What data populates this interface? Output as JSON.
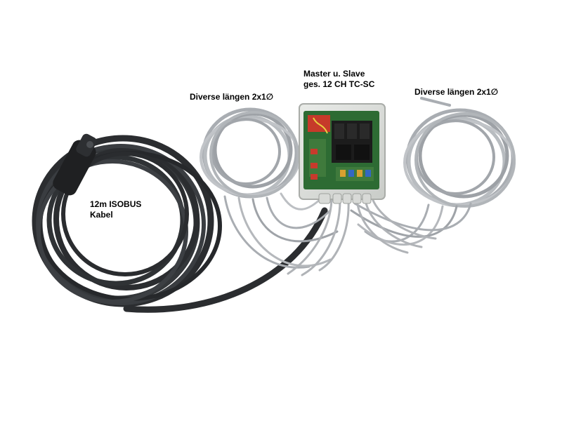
{
  "labels": {
    "master_line1": "Master u. Slave",
    "master_line2": "ges. 12 CH TC-SC",
    "cable_left": "Diverse längen 2x1∅",
    "cable_right": "Diverse längen 2x1∅",
    "isobus_line1": "12m ISOBUS",
    "isobus_line2": "Kabel"
  },
  "colors": {
    "background": "#ffffff",
    "isobus_cable": "#2b2d30",
    "grey_cable": "#a9adb2",
    "enclosure": "#dcdedb",
    "pcb": "#3f7a3c",
    "relay": "#1c1c1c",
    "label_text": "#000000"
  }
}
